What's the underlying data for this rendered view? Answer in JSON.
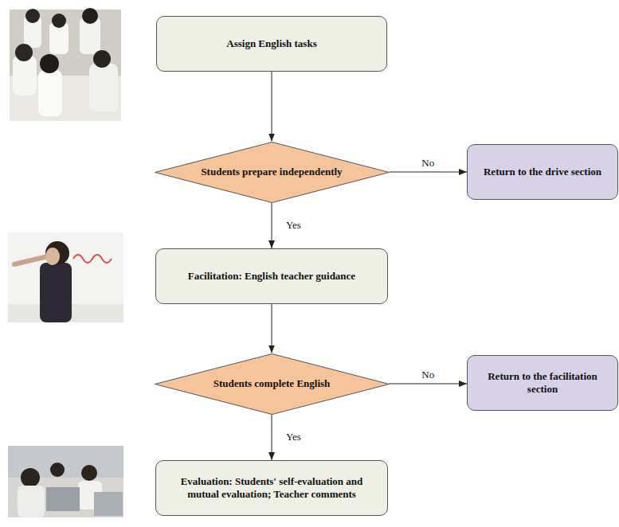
{
  "diagram": {
    "nodes": [
      {
        "text": [
          "Assign English tasks"
        ]
      },
      {
        "text": [
          "Students prepare independently"
        ]
      },
      {
        "text": [
          "Return to the drive section"
        ]
      },
      {
        "text": [
          "Facilitation: English teacher guidance"
        ]
      },
      {
        "text": [
          "Students complete English"
        ]
      },
      {
        "text": [
          "Return to the facilitation section"
        ]
      },
      {
        "text": [
          "Evaluation: Students' self-evaluation and mutual evaluation; Teacher comments"
        ]
      }
    ],
    "edges": [
      {
        "from": 0,
        "to": 1,
        "arrow": "to"
      },
      {
        "from": 1,
        "to": 2,
        "label": "No",
        "arrow": "to"
      },
      {
        "from": 1,
        "to": 3,
        "label": "Yes",
        "arrow": "to"
      },
      {
        "from": 3,
        "to": 4,
        "arrow": "to"
      },
      {
        "from": 4,
        "to": 5,
        "label": "No",
        "arrow": "to"
      },
      {
        "from": 4,
        "to": 6,
        "label": "Yes",
        "arrow": "to"
      }
    ]
  }
}
